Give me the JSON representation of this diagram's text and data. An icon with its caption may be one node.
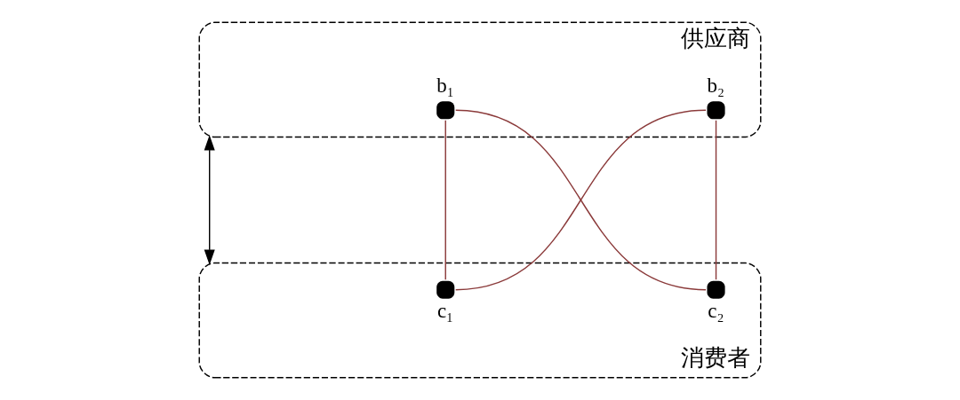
{
  "diagram": {
    "nodes": [
      {
        "text": [
          "供应商"
        ]
      },
      {
        "text": [],
        "shape": "circle",
        "beside": [
          "b₁"
        ],
        "in": 0
      },
      {
        "text": [],
        "shape": "circle",
        "beside": [
          "b₂"
        ],
        "in": 0
      },
      {
        "text": [
          "消费者"
        ]
      },
      {
        "text": [],
        "shape": "circle",
        "beside": [
          "c₁"
        ],
        "in": 3
      },
      {
        "text": [],
        "shape": "circle",
        "beside": [
          "c₂"
        ],
        "in": 3
      }
    ],
    "edges": [
      {
        "from": 0,
        "to": 3,
        "arrow": "both",
        "color": "#000000"
      },
      {
        "from": 1,
        "to": 4,
        "arrow": "none"
      },
      {
        "from": 1,
        "to": 5,
        "arrow": "none"
      },
      {
        "from": 2,
        "to": 4,
        "arrow": "none"
      },
      {
        "from": 2,
        "to": 5,
        "arrow": "none"
      }
    ]
  }
}
